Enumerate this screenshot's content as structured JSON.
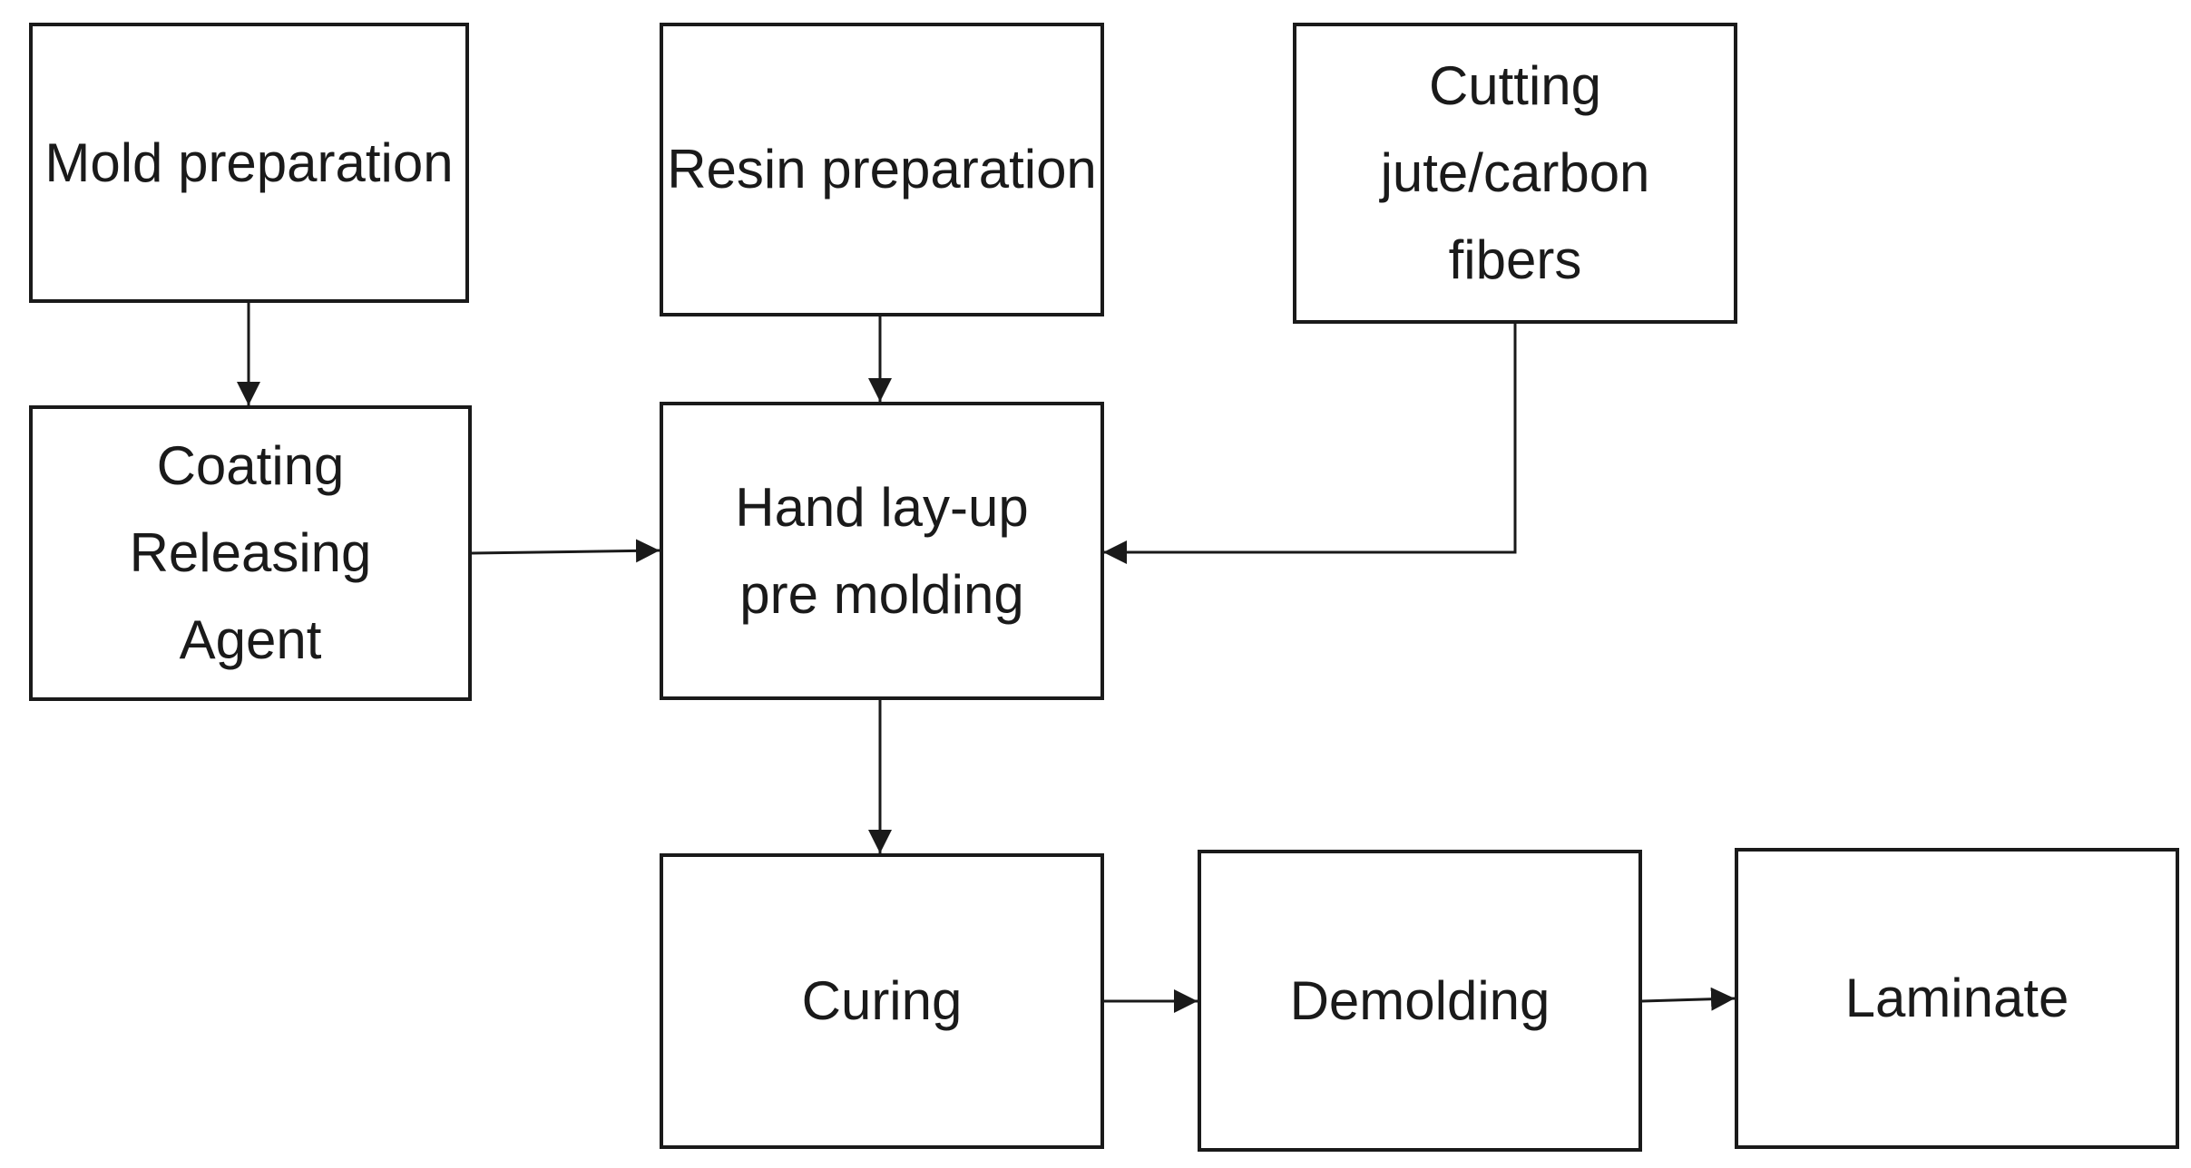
{
  "diagram": {
    "nodes": [
      {
        "id": "mold-preparation",
        "label": "Mold preparation"
      },
      {
        "id": "resin-preparation",
        "label": "Resin preparation"
      },
      {
        "id": "cutting-fibers",
        "label": "Cutting jute/carbon\nfibers"
      },
      {
        "id": "coating-releasing-agent",
        "label": "Coating Releasing\nAgent"
      },
      {
        "id": "hand-lay-up",
        "label": "Hand lay-up\npre molding"
      },
      {
        "id": "curing",
        "label": "Curing"
      },
      {
        "id": "demolding",
        "label": "Demolding"
      },
      {
        "id": "laminate",
        "label": "Laminate"
      }
    ],
    "edges": [
      {
        "from": "mold-preparation",
        "to": "coating-releasing-agent"
      },
      {
        "from": "resin-preparation",
        "to": "hand-lay-up"
      },
      {
        "from": "coating-releasing-agent",
        "to": "hand-lay-up"
      },
      {
        "from": "cutting-fibers",
        "to": "hand-lay-up"
      },
      {
        "from": "hand-lay-up",
        "to": "curing"
      },
      {
        "from": "curing",
        "to": "demolding"
      },
      {
        "from": "demolding",
        "to": "laminate"
      }
    ],
    "colors": {
      "stroke": "#1a1a1a",
      "background": "#ffffff"
    }
  }
}
